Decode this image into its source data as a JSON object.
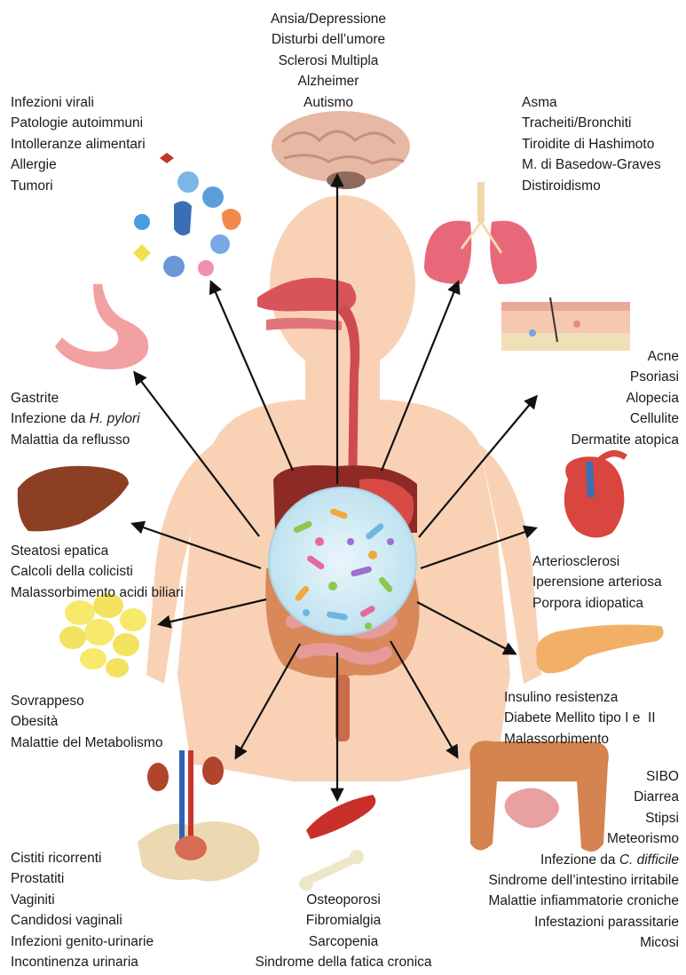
{
  "colors": {
    "skin": "#f9d2b6",
    "arrow": "#111111",
    "text": "#1a1a1a",
    "microbiota_bg": "#cfe9f3"
  },
  "labels": {
    "brain": [
      "Ansia/Depressione",
      "Disturbi dell’umore",
      "Sclerosi Multipla",
      "Alzheimer",
      "Autismo"
    ],
    "immune": [
      "Infezioni virali",
      "Patologie autoimmuni",
      "Intolleranze alimentari",
      "Allergie",
      "Tumori"
    ],
    "lungs": [
      "Asma",
      "Tracheiti/Bronchiti",
      "Tiroidite di Hashimoto",
      "M. di Basedow-Graves",
      "Distiroidismo"
    ],
    "skin": [
      "Acne",
      "Psoriasi",
      "Alopecia",
      "Cellulite",
      "Dermatite atopica"
    ],
    "stomach": {
      "line1": "Gastrite",
      "line2_prefix": "Infezione da ",
      "line2_italic": "H. pylori",
      "line3": "Malattia da reflusso"
    },
    "liver": [
      "Steatosi epatica",
      "Calcoli della colicisti",
      "Malassorbimento acidi biliari"
    ],
    "heart": [
      "Arteriosclerosi",
      "Iperensione arteriosa",
      "Porpora idiopatica"
    ],
    "fat": [
      "Sovrappeso",
      "Obesità",
      "Malattie del Metabolismo"
    ],
    "pancreas": [
      "Insulino resistenza",
      "Diabete Mellito tipo I e  II",
      "Malassorbimento"
    ],
    "urogenital": [
      "Cistiti ricorrenti",
      "Prostatiti",
      "Vaginiti",
      "Candidosi vaginali",
      "Infezioni genito-urinarie",
      "Incontinenza urinaria"
    ],
    "musculoskeletal": [
      "Osteoporosi",
      "Fibromialgia",
      "Sarcopenia",
      "Sindrome della fatica cronica"
    ],
    "intestine": {
      "lines_before": [
        "SIBO",
        "Diarrea",
        "Stipsi",
        "Meteorismo"
      ],
      "cdiff_prefix": "Infezione da ",
      "cdiff_italic": "C. difficile",
      "lines_after": [
        "Sindrome dell’intestino irritabile",
        "Malattie infiammatorie croniche",
        "Infestazioni parassitarie",
        "Micosi"
      ]
    }
  },
  "icons": {
    "brain": "brain-icon",
    "immune": "immune-cells-icon",
    "lungs": "lungs-icon",
    "skin": "skin-layers-icon",
    "stomach": "stomach-icon",
    "liver": "liver-icon",
    "heart": "heart-icon",
    "fat": "fat-cells-icon",
    "pancreas": "pancreas-icon",
    "urogenital": "urinary-system-icon",
    "musculoskeletal": "muscle-bone-icon",
    "intestine": "intestine-icon",
    "microbiota": "microbiota-icon",
    "body": "human-body-silhouette"
  }
}
